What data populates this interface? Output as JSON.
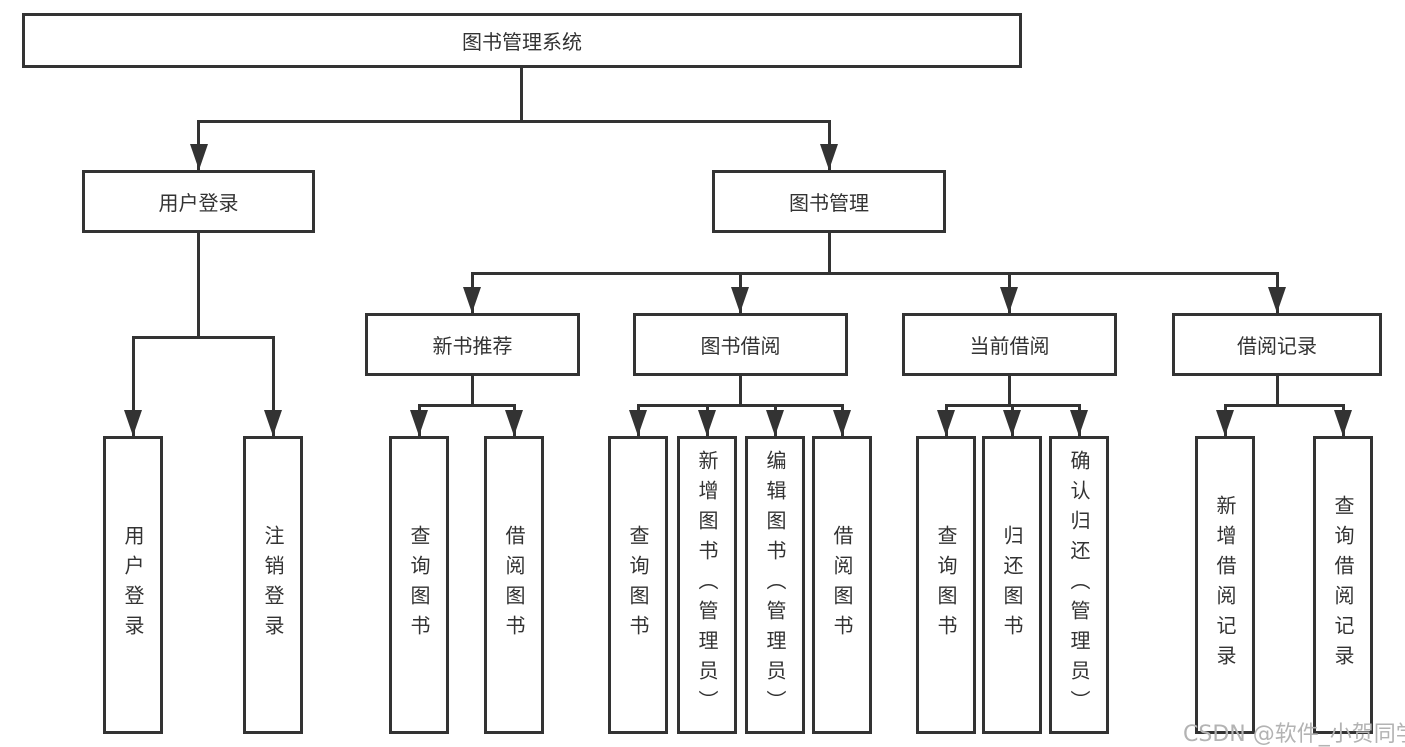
{
  "diagram": {
    "root": {
      "label": "图书管理系统"
    },
    "level2": {
      "user_login": {
        "label": "用户登录"
      },
      "book_management": {
        "label": "图书管理"
      }
    },
    "level3": {
      "new_book_recommend": {
        "label": "新书推荐"
      },
      "book_borrowing": {
        "label": "图书借阅"
      },
      "current_borrowing": {
        "label": "当前借阅"
      },
      "borrowing_records": {
        "label": "借阅记录"
      }
    },
    "leaves": {
      "user_login": {
        "label": "用户登录"
      },
      "logout": {
        "label": "注销登录"
      },
      "recommend_query_books": {
        "label": "查询图书"
      },
      "recommend_borrow_books": {
        "label": "借阅图书"
      },
      "borrowing_query_books": {
        "label": "查询图书"
      },
      "borrowing_add_books": {
        "label": "新增图书（管理员）"
      },
      "borrowing_edit_books": {
        "label": "编辑图书（管理员）"
      },
      "borrowing_borrow_books": {
        "label": "借阅图书"
      },
      "current_query_books": {
        "label": "查询图书"
      },
      "current_return_books": {
        "label": "归还图书"
      },
      "current_confirm_return": {
        "label": "确认归还（管理员）"
      },
      "records_add_record": {
        "label": "新增借阅记录"
      },
      "records_query_record": {
        "label": "查询借阅记录"
      }
    }
  },
  "watermark": {
    "text": "CSDN @软件_小贺同学"
  },
  "colors": {
    "line": "#333333",
    "box_border": "#333333",
    "text": "#333333",
    "watermark_text": "#b3b3b3",
    "background": "#ffffff"
  }
}
